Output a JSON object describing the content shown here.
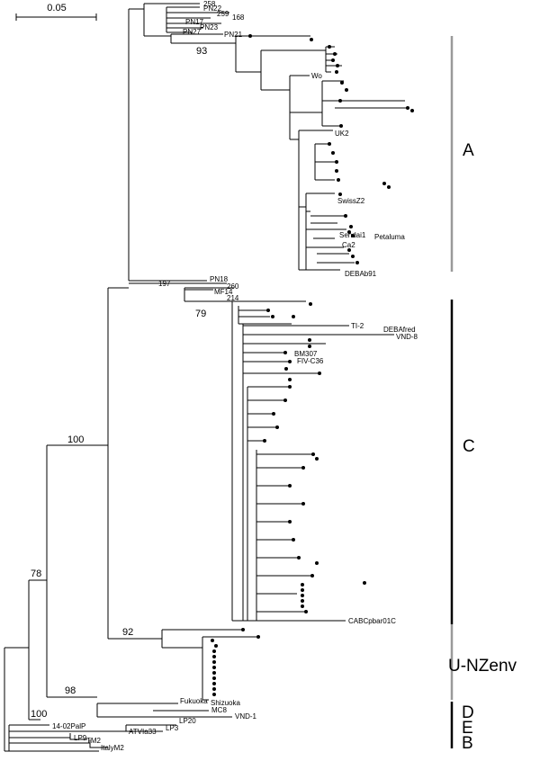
{
  "scale_bar": {
    "label": "0.05"
  },
  "clades": [
    {
      "label": "A",
      "color": "#999999"
    },
    {
      "label": "C",
      "color": "#000000"
    },
    {
      "label": "U-NZenv",
      "color": "#999999"
    },
    {
      "label": "D",
      "color": "#000000"
    },
    {
      "label": "E",
      "color": "#000000"
    },
    {
      "label": "B",
      "color": "#000000"
    }
  ],
  "bootstrap_values": [
    "93",
    "79",
    "100",
    "78",
    "92",
    "98",
    "100"
  ],
  "taxa": {
    "t258": "258",
    "t259": "259",
    "t168": "168",
    "tPN22": "PN22",
    "tPN17": "PN17",
    "tPN23": "PN23",
    "tPN27": "PN27",
    "tPN21": "PN21",
    "tWo": "Wo",
    "tUK2": "UK2",
    "tSwissZ2": "SwissZ2",
    "tSendai1": "Sendai1",
    "tPetaluma": "Petaluma",
    "tCa2": "Ca2",
    "tDEBAb91": "DEBAb91",
    "tPN18": "PN18",
    "t197": "197",
    "t260": "260",
    "tMF14": "MF14",
    "t214": "214",
    "tTI2": "TI-2",
    "tDEBAfred": "DEBAfred",
    "tVND8": "VND-8",
    "tBM307": "BM307",
    "tFIVC36": "FIV-C36",
    "tCABC": "CABCpbar01C",
    "tFukuoka": "Fukuoka",
    "tShizuoka": "Shizuoka",
    "tMC8": "MC8",
    "tVND1": "VND-1",
    "tLP20": "LP20",
    "t1402PalP": "14-02PalP",
    "tLP3": "LP3",
    "tATVIa33": "ATVIa33",
    "tLP9": "LP9",
    "tTM2": "TM2",
    "tItalyM2": "ItalyM2"
  }
}
